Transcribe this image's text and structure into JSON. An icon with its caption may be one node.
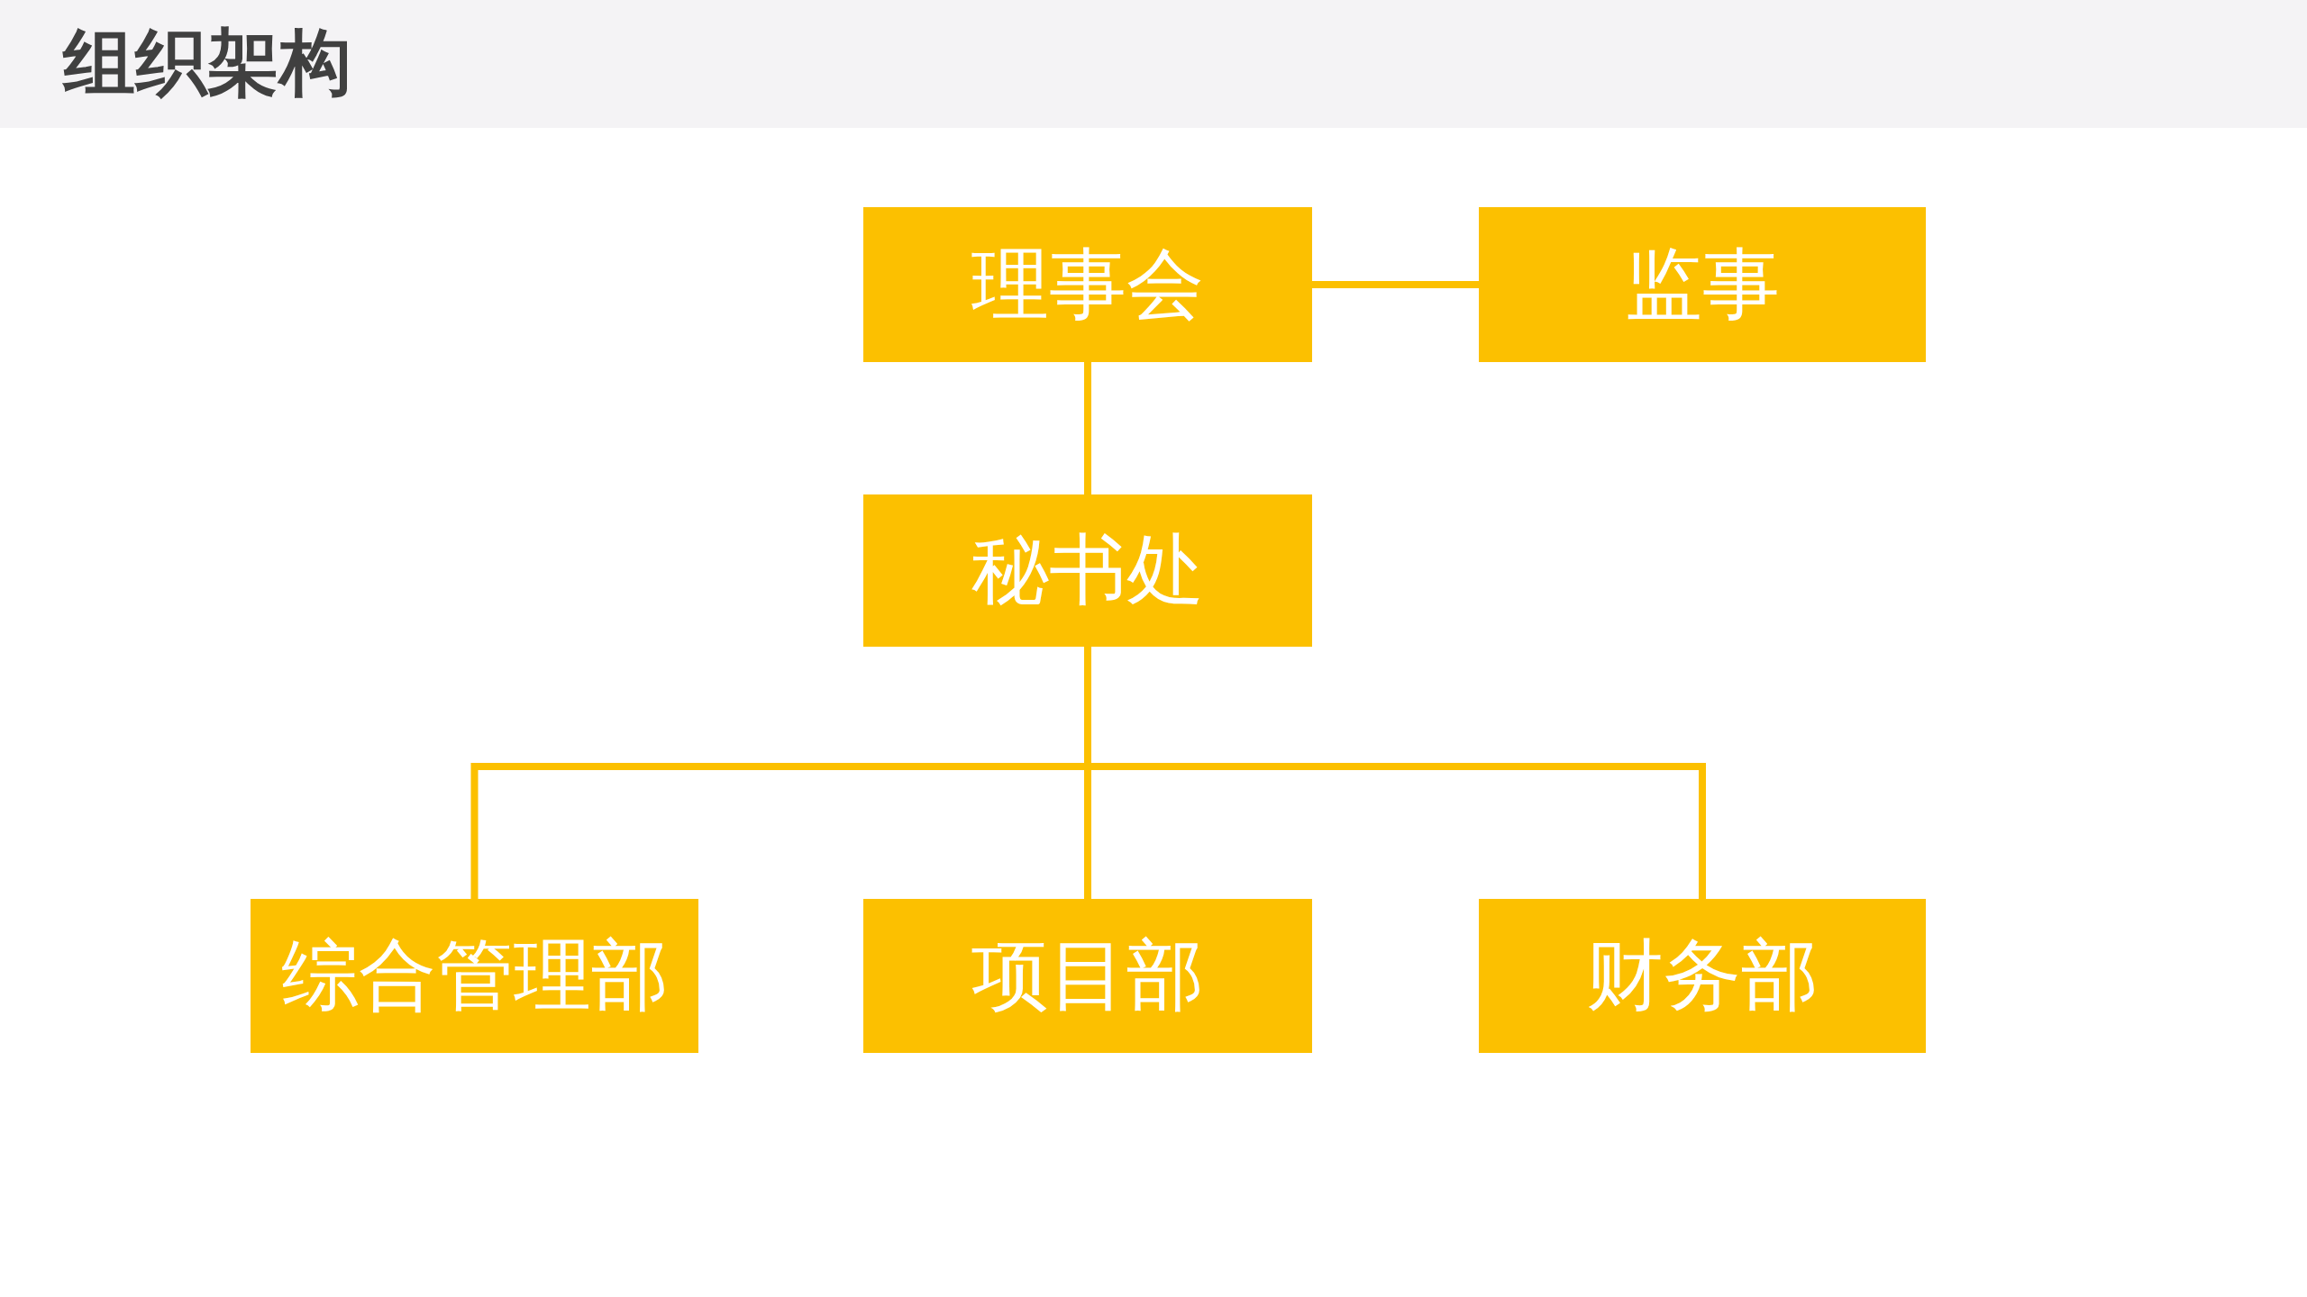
{
  "diagram": {
    "title": "组织架构",
    "nodes": [
      {
        "text": [
          "理事会"
        ]
      },
      {
        "text": [
          "监事"
        ]
      },
      {
        "text": [
          "秘书处"
        ]
      },
      {
        "text": [
          "综合管理部"
        ]
      },
      {
        "text": [
          "项目部"
        ]
      },
      {
        "text": [
          "财务部"
        ]
      }
    ],
    "edges": [
      {
        "from": 0,
        "to": 1,
        "arrow": "none"
      },
      {
        "from": 0,
        "to": 2,
        "arrow": "none"
      },
      {
        "from": 2,
        "to": 3,
        "arrow": "none"
      },
      {
        "from": 2,
        "to": 4,
        "arrow": "none"
      },
      {
        "from": 2,
        "to": 5,
        "arrow": "none"
      }
    ]
  }
}
